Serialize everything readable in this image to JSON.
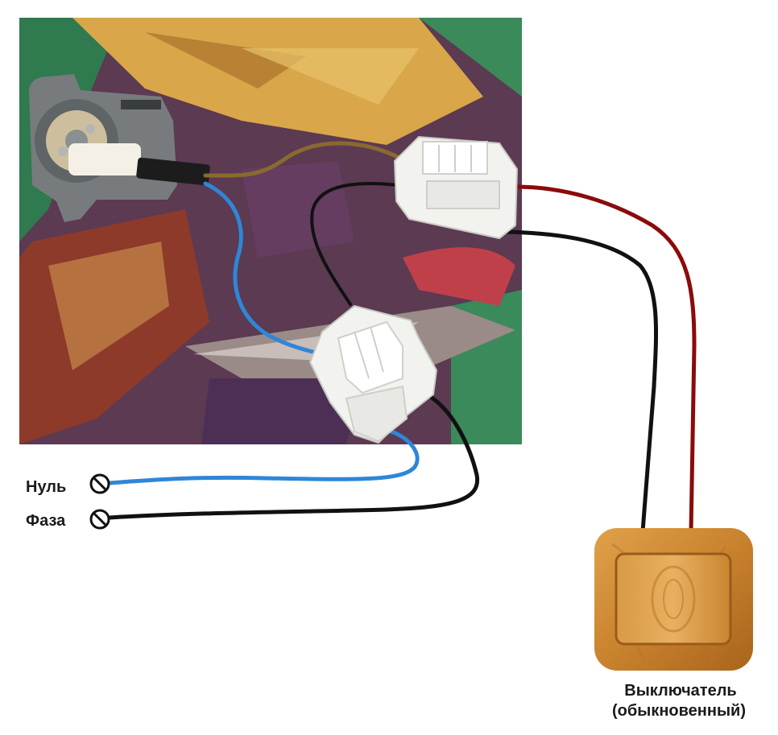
{
  "labels": {
    "neutral": "Нуль",
    "phase": "Фаза",
    "switch_line1": "Выключатель",
    "switch_line2": "(обыкновенный)"
  },
  "wire_colors": {
    "neutral": "#2f86d8",
    "phase": "#111111",
    "switched": "#8b0a0a",
    "lamp": "#8a6a2e"
  },
  "components": [
    "terminal-screw-icon",
    "lamp-socket",
    "wago-connector",
    "wall-switch"
  ]
}
